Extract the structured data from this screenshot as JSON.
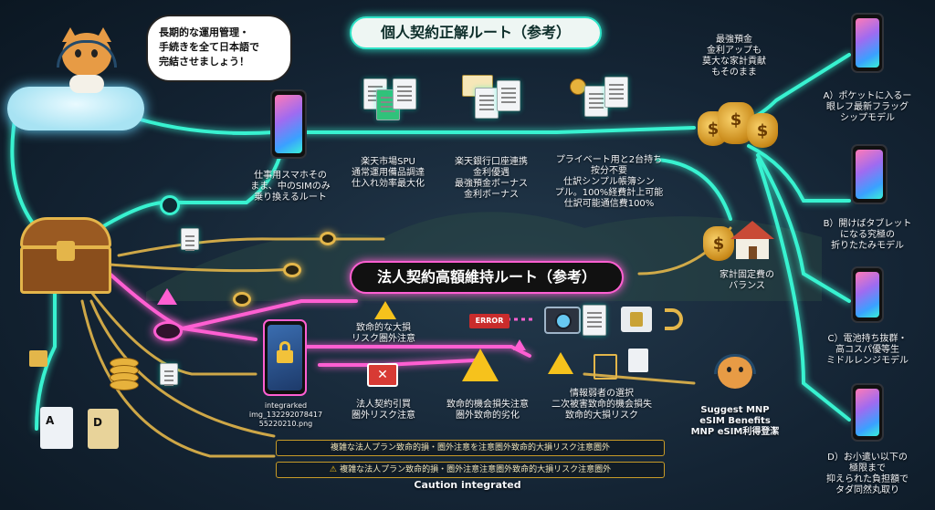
{
  "speech_bubble": "長期的な運用管理・\n手続きを全て日本語で\n完結させましょう！",
  "route_individual_title": "個人契約正解ルート（参考）",
  "route_corporate_title": "法人契約高額維持ルート（参考）",
  "top_steps": [
    {
      "label": "仕事用スマホその\nまま、中のSIMのみ\n乗り換えるルート"
    },
    {
      "label": "楽天市場SPU\n通常運用備品調達\n仕入れ効率最大化"
    },
    {
      "label": "楽天銀行口座連携\n金利優遇\n最強預金ボーナス\n金利ボーナス"
    },
    {
      "label": "プライベート用と2台持ち\n按分不要\n仕訳シンプル帳簿シン\nプル。100%経費計上可能\n仕訳可能通信費100%"
    }
  ],
  "savings_label": "最強預金\n金利アップも\n莫大な家計貢献\nもそのまま",
  "house_label": "家計固定費の\nバランス",
  "right_options": [
    {
      "label": "A）ポケットに入るー\n眼レフ最新フラッグ\nシップモデル"
    },
    {
      "label": "B）開けばタブレット\nになる究極の\n折りたたみモデル"
    },
    {
      "label": "C）電池持ち抜群・\n高コスパ優等生\nミドルレンジモデル"
    },
    {
      "label": "D）お小遣い以下の\n極限まで\n抑えられた負担額で\nタダ同然丸取り"
    }
  ],
  "corporate": {
    "risk1": "致命的な大損\nリスク圏外注意",
    "risk2": "法人契約引買\n圏外リスク注意",
    "risk3": "致命的機会損失注意\n圏外致命的劣化",
    "risk4": "情報弱者の選択\n二次被害致命的機会損失\n致命的大損リスク",
    "error_label": "ERROR",
    "locked_phone_caption": "integrarked\nimg_132292078417\n55220210.png",
    "mnp_label": "Suggest MNP\neSIM Benefits\nMNP eSIM利得登潔"
  },
  "banners": {
    "line1": "複雑な法人プラン致命的損・圏外注意を注意圏外致命的大損リスク注意圏外",
    "line2": "複雑な法人プラン致命的損・圏外注意注意圏外致命的大損リスク注意圏外",
    "caption": "Caution integrated"
  },
  "doc_letters": [
    "A",
    "D"
  ],
  "colors": {
    "teal": "#38f2d0",
    "pink": "#ff5fd2",
    "gold": "#e3b64a",
    "warning": "#f6c21c"
  },
  "icons": [
    "cat-mascot-icon",
    "treasure-chest-icon",
    "smartphone-icon",
    "document-icon",
    "envelope-icon",
    "coin-icon",
    "money-bag-icon",
    "house-icon",
    "lock-icon",
    "warning-icon",
    "error-icon",
    "camera-icon",
    "sim-card-icon",
    "phone-call-icon",
    "headset-cat-icon"
  ]
}
